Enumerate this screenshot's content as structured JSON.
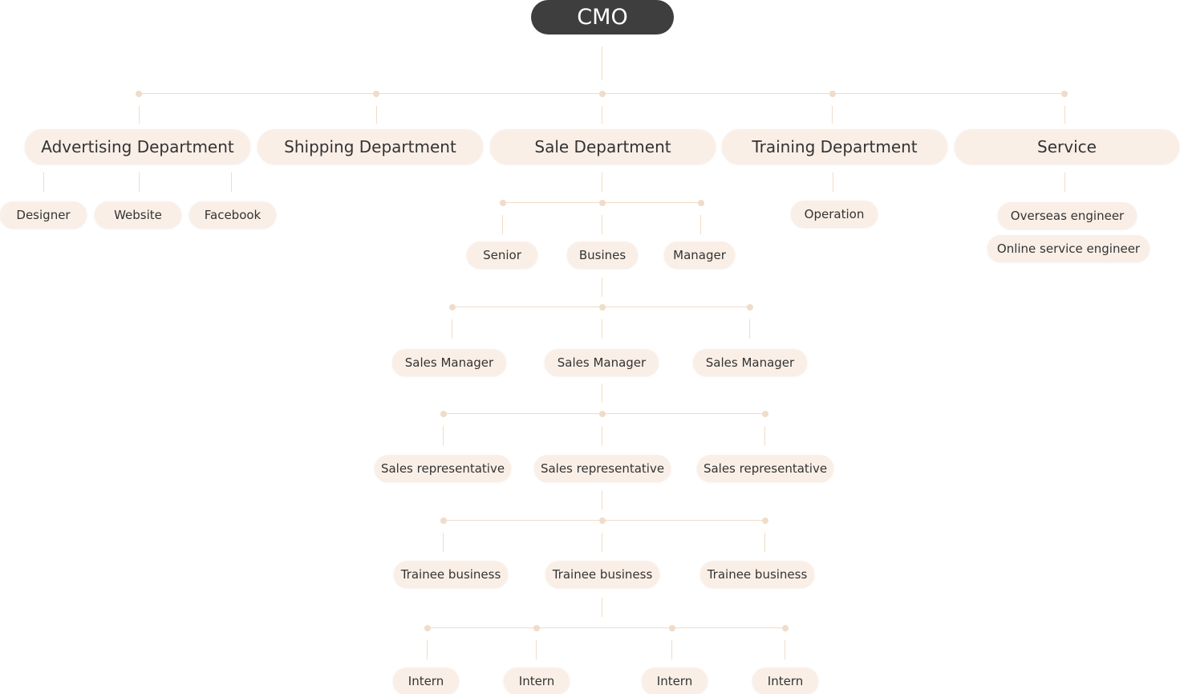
{
  "org": {
    "root": "CMO",
    "departments": {
      "advertising": "Advertising Department",
      "shipping": "Shipping Department",
      "sale": "Sale Department",
      "training": "Training Department",
      "service": "Service"
    },
    "advertising_roles": [
      "Designer",
      "Website",
      "Facebook"
    ],
    "sale_roles": [
      "Senior",
      "Busines",
      "Manager"
    ],
    "training_roles": [
      "Operation"
    ],
    "service_roles": [
      "Overseas engineer",
      "Online service engineer"
    ],
    "sales_managers": [
      "Sales Manager",
      "Sales Manager",
      "Sales Manager"
    ],
    "sales_representatives": [
      "Sales representative",
      "Sales representative",
      "Sales representative"
    ],
    "trainees": [
      "Trainee business",
      "Trainee business",
      "Trainee business"
    ],
    "interns": [
      "Intern",
      "Intern",
      "Intern",
      "Intern"
    ]
  },
  "colors": {
    "root_bg": "#3e3e3e",
    "node_bg": "#faefe7",
    "connector": "#f0dcc8",
    "text": "#333333"
  }
}
